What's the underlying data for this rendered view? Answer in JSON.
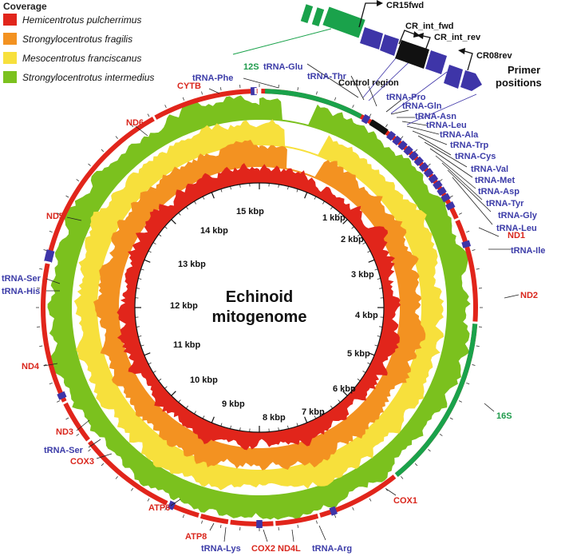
{
  "colors": {
    "pulcherrimus": "#e1251b",
    "fragilis": "#f39221",
    "franciscanus": "#f7e03c",
    "intermedius": "#7bc11e",
    "protein_label": "#d9261c",
    "trna_label": "#3c3ca8",
    "rrna_label": "#1e9b4b",
    "trna_box": "#3e35a8",
    "rrna_box": "#1aa24b",
    "control_box": "#111111"
  },
  "legend": {
    "title": "Coverage",
    "entries": [
      {
        "name": "Hemicentrotus pulcherrimus",
        "color": "#e1251b"
      },
      {
        "name": "Strongylocentrotus fragilis",
        "color": "#f39221"
      },
      {
        "name": "Mesocentrotus franciscanus",
        "color": "#f7e03c"
      },
      {
        "name": "Strongylocentrotus intermedius",
        "color": "#7bc11e"
      }
    ]
  },
  "center": {
    "line1": "Echinoid",
    "line2": "mitogenome"
  },
  "ticks": [
    "1 kbp",
    "2 kbp",
    "3 kbp",
    "4 kbp",
    "5 kbp",
    "6 kbp",
    "7 kbp",
    "8 kbp",
    "9 kbp",
    "10 kbp",
    "11 kbp",
    "12 kbp",
    "13 kbp",
    "14 kbp",
    "15 kbp"
  ],
  "genes": [
    {
      "label": "ND1",
      "type": "protein"
    },
    {
      "label": "ND2",
      "type": "protein"
    },
    {
      "label": "16S",
      "type": "rrna"
    },
    {
      "label": "COX1",
      "type": "protein"
    },
    {
      "label": "tRNA-Arg",
      "type": "trna"
    },
    {
      "label": "ND4L",
      "type": "protein"
    },
    {
      "label": "COX2",
      "type": "protein"
    },
    {
      "label": "tRNA-Lys",
      "type": "trna"
    },
    {
      "label": "ATP8",
      "type": "protein"
    },
    {
      "label": "ATP6",
      "type": "protein"
    },
    {
      "label": "COX3",
      "type": "protein"
    },
    {
      "label": "tRNA-Ser",
      "type": "trna"
    },
    {
      "label": "ND3",
      "type": "protein"
    },
    {
      "label": "ND4",
      "type": "protein"
    },
    {
      "label": "tRNA-His",
      "type": "trna"
    },
    {
      "label": "tRNA-Ser",
      "type": "trna"
    },
    {
      "label": "ND5",
      "type": "protein"
    },
    {
      "label": "ND6",
      "type": "protein"
    },
    {
      "label": "CYTB",
      "type": "protein"
    },
    {
      "label": "tRNA-Phe",
      "type": "trna"
    },
    {
      "label": "12S",
      "type": "rrna"
    },
    {
      "label": "tRNA-Glu",
      "type": "trna"
    },
    {
      "label": "tRNA-Thr",
      "type": "trna"
    },
    {
      "label": "Control region",
      "type": "control"
    },
    {
      "label": "tRNA-Pro",
      "type": "trna"
    },
    {
      "label": "tRNA-Gln",
      "type": "trna"
    },
    {
      "label": "tRNA-Asn",
      "type": "trna"
    },
    {
      "label": "tRNA-Leu",
      "type": "trna"
    },
    {
      "label": "tRNA-Ala",
      "type": "trna"
    },
    {
      "label": "tRNA-Trp",
      "type": "trna"
    },
    {
      "label": "tRNA-Cys",
      "type": "trna"
    },
    {
      "label": "tRNA-Val",
      "type": "trna"
    },
    {
      "label": "tRNA-Met",
      "type": "trna"
    },
    {
      "label": "tRNA-Asp",
      "type": "trna"
    },
    {
      "label": "tRNA-Tyr",
      "type": "trna"
    },
    {
      "label": "tRNA-Gly",
      "type": "trna"
    },
    {
      "label": "tRNA-Leu",
      "type": "trna"
    },
    {
      "label": "tRNA-Ile",
      "type": "trna"
    }
  ],
  "primers": {
    "title_line1": "Primer",
    "title_line2": "positions",
    "names": [
      "CR15fwd",
      "CR_int_fwd",
      "CR_int_rev",
      "CR08rev"
    ]
  }
}
